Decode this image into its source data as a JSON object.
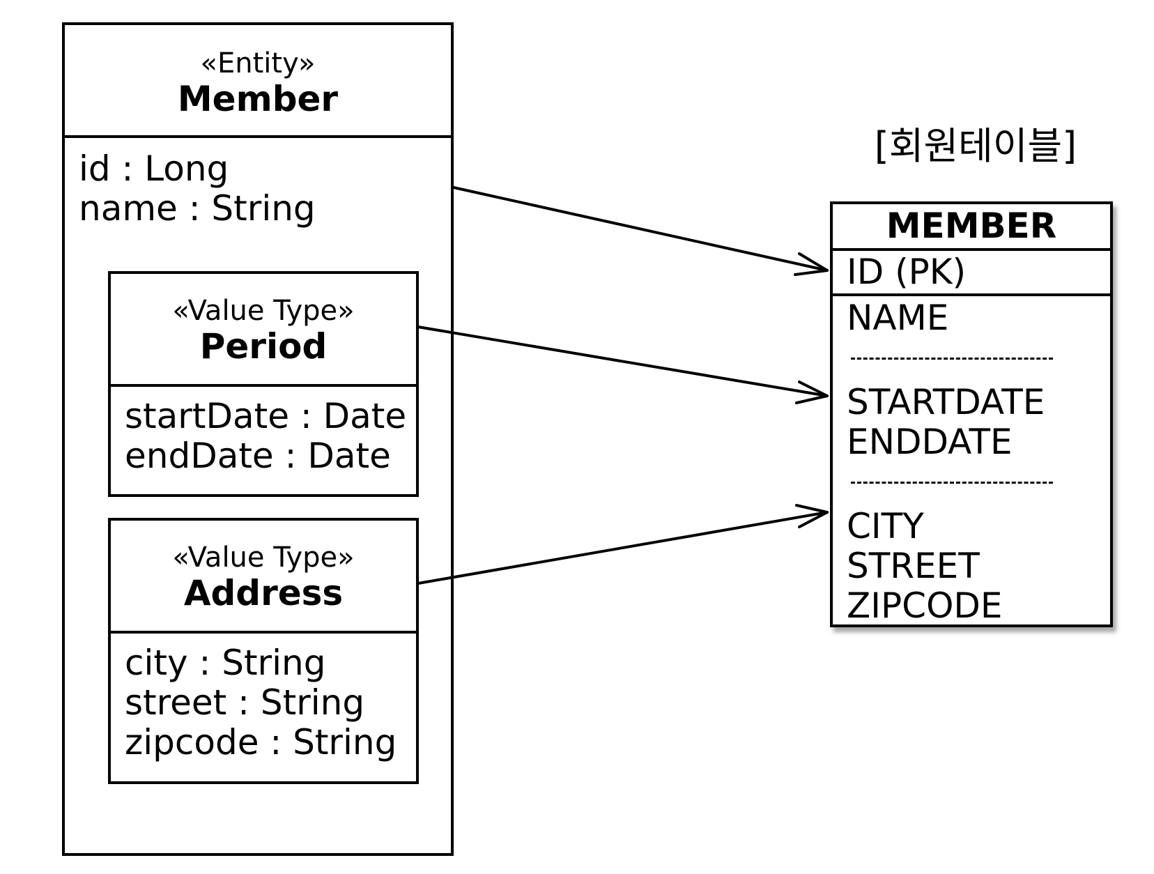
{
  "entity": {
    "stereotype": "«Entity»",
    "name": "Member",
    "attributes": [
      "id : Long",
      "name : String"
    ]
  },
  "period": {
    "stereotype": "«Value Type»",
    "name": "Period",
    "attributes": [
      "startDate : Date",
      "endDate : Date"
    ]
  },
  "address": {
    "stereotype": "«Value Type»",
    "name": "Address",
    "attributes": [
      "city : String",
      "street : String",
      "zipcode : String"
    ]
  },
  "table": {
    "caption": "[회원테이블]",
    "name": "MEMBER",
    "pk": "ID (PK)",
    "columns": [
      "NAME",
      "STARTDATE",
      "ENDDATE",
      "CITY",
      "STREET",
      "ZIPCODE"
    ]
  },
  "colors": {
    "line": "#000000",
    "background": "#ffffff"
  }
}
